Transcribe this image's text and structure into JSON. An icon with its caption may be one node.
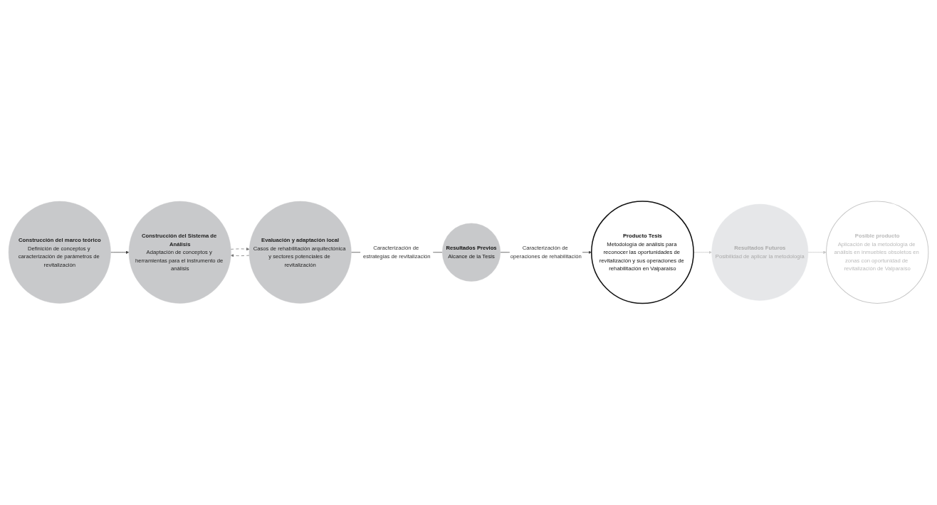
{
  "diagram": {
    "nodes": [
      {
        "text": [
          "Construcción del marco teórico",
          "Definición de conceptos y caracterización de parámetros de revitalización"
        ]
      },
      {
        "text": [
          "Construcción del Sistema de Análisis",
          "Adaptación de conceptos y herramientas para el instrumento de análisis"
        ]
      },
      {
        "text": [
          "Evaluación y adaptación local",
          "Casos de rehabilitación arquitectónica y sectores potenciales de revitalización"
        ]
      },
      {
        "text": [
          "Resultados Previos",
          "Alcance de la Tesis"
        ]
      },
      {
        "text": [
          "Producto Tesis",
          "Metodología de análisis para reconocer las oportunidades de revitalización y sus operaciones de rehabilitación en Valparaíso"
        ]
      },
      {
        "text": [
          "Resultados Futuros",
          "Posibilidad de aplicar la metodología"
        ]
      },
      {
        "text": [
          "Posible producto",
          "Aplicación de la metodología de análisis en inmuebles obsoletos en zonas con oportunidad de revitalización de Valparaíso"
        ]
      }
    ],
    "edges": [
      {
        "from": 0,
        "to": 1,
        "arrow": "to"
      },
      {
        "from": 1,
        "to": 2,
        "arrow": "to",
        "style": "dashed",
        "color": "#777777"
      },
      {
        "from": 2,
        "to": 1,
        "arrow": "to",
        "style": "dashed",
        "color": "#777777"
      },
      {
        "from": 2,
        "to": 3,
        "arrow": "none",
        "label": "Caracterización de estrategias de revitalización"
      },
      {
        "from": 3,
        "to": 4,
        "arrow": "to",
        "label": "Caracterización de operaciones de rehabilitación"
      },
      {
        "from": 4,
        "to": 5,
        "arrow": "to",
        "color": "#c8c8c8"
      },
      {
        "from": 5,
        "to": 6,
        "arrow": "to",
        "color": "#c8c8c8"
      }
    ]
  }
}
